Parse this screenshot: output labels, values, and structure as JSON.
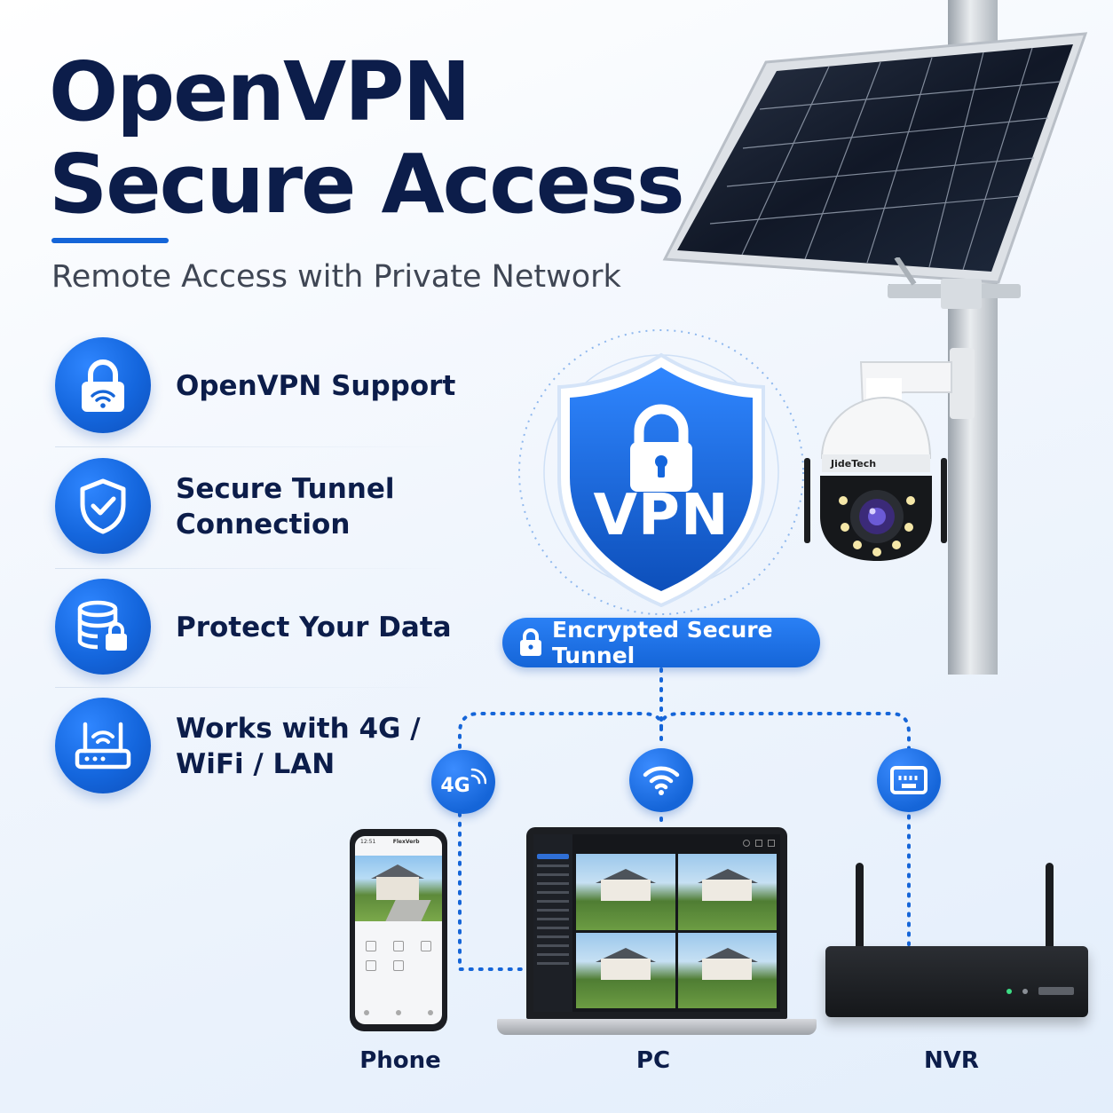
{
  "header": {
    "title_line1": "OpenVPN",
    "title_line2": "Secure Access",
    "subtitle": "Remote Access with Private Network"
  },
  "features": [
    {
      "label": "OpenVPN Support",
      "icon": "lock-wifi-icon"
    },
    {
      "label": "Secure Tunnel Connection",
      "icon": "shield-check-icon"
    },
    {
      "label": "Protect Your Data",
      "icon": "database-lock-icon"
    },
    {
      "label": "Works with 4G / WiFi / LAN",
      "icon": "router-icon"
    }
  ],
  "shield": {
    "label": "VPN",
    "icon": "padlock-icon"
  },
  "tunnel": {
    "label": "Encrypted Secure Tunnel",
    "icon": "padlock-icon"
  },
  "connections": [
    {
      "label": "4G",
      "icon": "cellular-signal-icon"
    },
    {
      "label": "",
      "icon": "wifi-icon"
    },
    {
      "label": "",
      "icon": "ethernet-port-icon"
    }
  ],
  "devices": [
    {
      "label": "Phone"
    },
    {
      "label": "PC"
    },
    {
      "label": "NVR"
    }
  ],
  "camera": {
    "brand": "JideTech"
  },
  "phone_app": {
    "time": "12:51",
    "app_name": "FlexVerb"
  },
  "colors": {
    "accent": "#1565d8",
    "title": "#0c1d4a",
    "subtitle": "#3f4654",
    "background": "#eef4fc"
  }
}
